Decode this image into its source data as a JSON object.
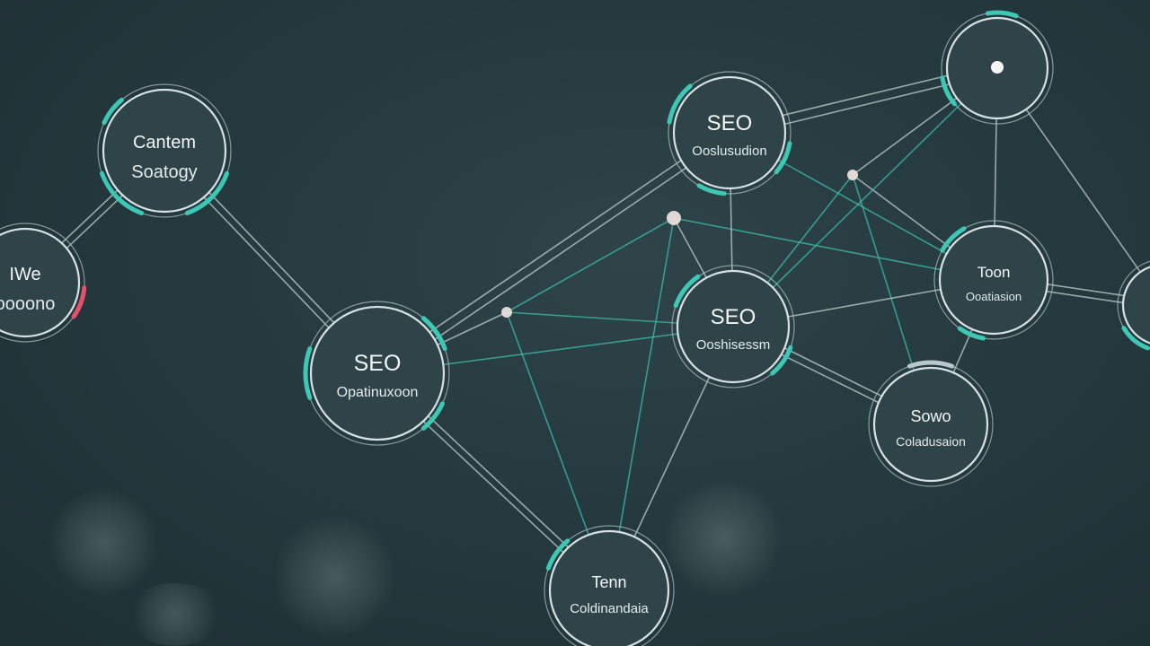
{
  "colors": {
    "background": "#253a3f",
    "edge_light": "#b9c9cb",
    "edge_teal": "#3fbfae",
    "accent_teal": "#3cc8b4",
    "accent_pink": "#e8506a",
    "node_fill": "#2f4448",
    "node_ring": "#d5e1e2"
  },
  "nodes": [
    {
      "id": "content-strategy",
      "line1": "Cantem",
      "line2": "Soatogy",
      "accent": "teal"
    },
    {
      "id": "left-edge",
      "line1": "IWe",
      "line2": "oooono",
      "accent": "pink"
    },
    {
      "id": "seo-center",
      "line1": "SEO",
      "line2": "Opatinuxoon",
      "accent": "teal"
    },
    {
      "id": "seo-top",
      "line1": "SEO",
      "line2": "Ooslusudion",
      "accent": "teal"
    },
    {
      "id": "seo-middle",
      "line1": "SEO",
      "line2": "Ooshisessm",
      "accent": "teal"
    },
    {
      "id": "top-right-hub",
      "line1": "",
      "line2": "",
      "accent": "teal"
    },
    {
      "id": "team-right",
      "line1": "Toon",
      "line2": "Ooatiasion",
      "accent": "teal"
    },
    {
      "id": "right-edge",
      "line1": "",
      "line2": "",
      "accent": "teal"
    },
    {
      "id": "solo-collaboration",
      "line1": "Sowo",
      "line2": "Coladusaion",
      "accent": "grey"
    },
    {
      "id": "team-bottom",
      "line1": "Tenn",
      "line2": "Coldinandaia",
      "accent": "teal"
    }
  ],
  "junctions": [
    {
      "id": "junction-a",
      "tone": "light"
    },
    {
      "id": "junction-b",
      "tone": "light"
    },
    {
      "id": "junction-c",
      "tone": "light"
    },
    {
      "id": "junction-d",
      "tone": "white"
    }
  ]
}
